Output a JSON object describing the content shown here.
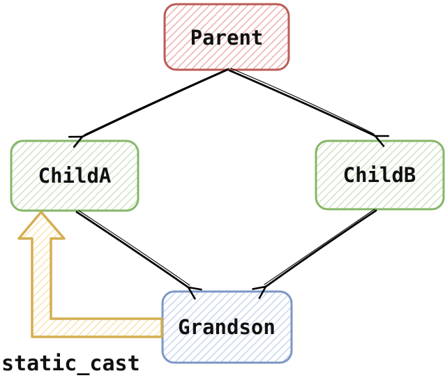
{
  "diagram": {
    "background": "#ffffff",
    "text_color": "#111111",
    "edge_color": "#000000",
    "nodes": {
      "parent": {
        "label": "Parent",
        "border_color": "#bd5b56",
        "hatch_color": "#eeb8b5"
      },
      "childA": {
        "label": "ChildA",
        "border_color": "#85b767",
        "hatch_color": "#d3e7c9"
      },
      "childB": {
        "label": "ChildB",
        "border_color": "#85b767",
        "hatch_color": "#d3e7c9"
      },
      "grandson": {
        "label": "Grandson",
        "border_color": "#7b97c6",
        "hatch_color": "#cfdcf0"
      }
    },
    "edges": [
      {
        "from": "Parent",
        "to": "ChildA"
      },
      {
        "from": "Parent",
        "to": "ChildB"
      },
      {
        "from": "ChildA",
        "to": "Grandson"
      },
      {
        "from": "ChildB",
        "to": "Grandson"
      }
    ],
    "cast_arrow": {
      "label": "static_cast",
      "from": "Grandson",
      "to": "ChildA",
      "border_color": "#d4ae51",
      "hatch_color": "#f7e7bb"
    }
  }
}
